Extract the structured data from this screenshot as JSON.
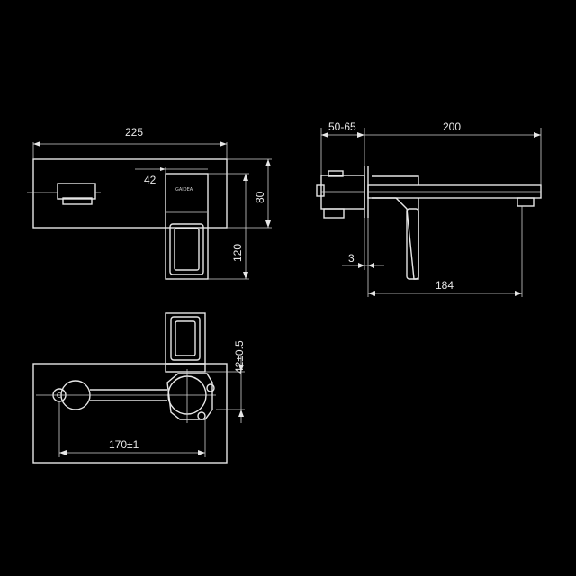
{
  "front_view": {
    "dim_width": "225",
    "dim_spout_offset": "42",
    "dim_height_upper": "80",
    "dim_height_lower": "120",
    "logo_text": "GAIDEA"
  },
  "side_view": {
    "dim_wall_depth": "50-65",
    "dim_spout_length": "200",
    "dim_plate_thickness": "3",
    "dim_projection": "184"
  },
  "rear_view": {
    "dim_vertical": "42±0.5",
    "dim_horizontal": "170±1"
  },
  "colors": {
    "background": "#000000",
    "line": "#e6e6e6"
  }
}
